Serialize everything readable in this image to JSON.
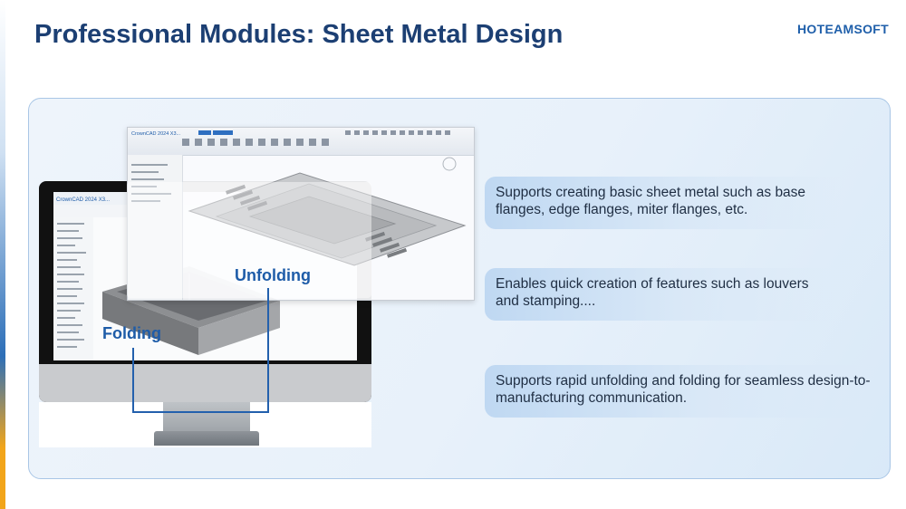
{
  "slide": {
    "title": "Professional Modules: Sheet Metal Design",
    "brand": "HOTEAMSOFT"
  },
  "illustration": {
    "unfolding_label": "Unfolding",
    "folding_label": "Folding",
    "monitor_app_title": "CrownCAD 2024 X3...",
    "window_app_title": "CrownCAD 2024 X3..."
  },
  "features": [
    {
      "text": "Supports creating basic sheet metal such as base flanges, edge flanges, miter flanges, etc."
    },
    {
      "text": "Enables quick creation of features such as louvers and stamping...."
    },
    {
      "text": "Supports rapid unfolding and folding for seamless design-to-manufacturing communication."
    }
  ],
  "colors": {
    "title": "#1c3f73",
    "brand": "#1f5faa",
    "label": "#1e5ca8",
    "panel_border": "#a9c6e6",
    "accent_orange": "#f2a51a"
  }
}
